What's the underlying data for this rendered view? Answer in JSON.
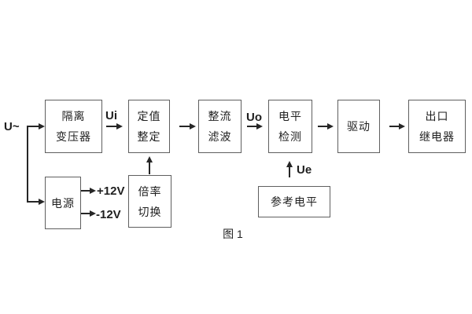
{
  "figure": {
    "caption": "图 1"
  },
  "blocks": {
    "isolation_transformer": {
      "line1": "隔离",
      "line2": "变压器"
    },
    "setpoint_adjust": {
      "line1": "定值",
      "line2": "整定"
    },
    "rectifier_filter": {
      "line1": "整流",
      "line2": "滤波"
    },
    "level_detection": {
      "line1": "电平",
      "line2": "检测"
    },
    "drive": {
      "label": "驱动"
    },
    "output_relay": {
      "line1": "出口",
      "line2": "继电器"
    },
    "power_supply": {
      "label": "电源"
    },
    "ratio_switch": {
      "line1": "倍率",
      "line2": "切换"
    },
    "reference_level": {
      "label": "参考电平"
    }
  },
  "signals": {
    "input": "U~",
    "ui": "Ui",
    "uo": "Uo",
    "ue": "Ue",
    "plus_12v": "+12V",
    "minus_12v": "-12V"
  },
  "colors": {
    "background": "#ffffff",
    "box_border": "#5f5f5f",
    "line": "#262626",
    "text": "#1f1f1f"
  }
}
